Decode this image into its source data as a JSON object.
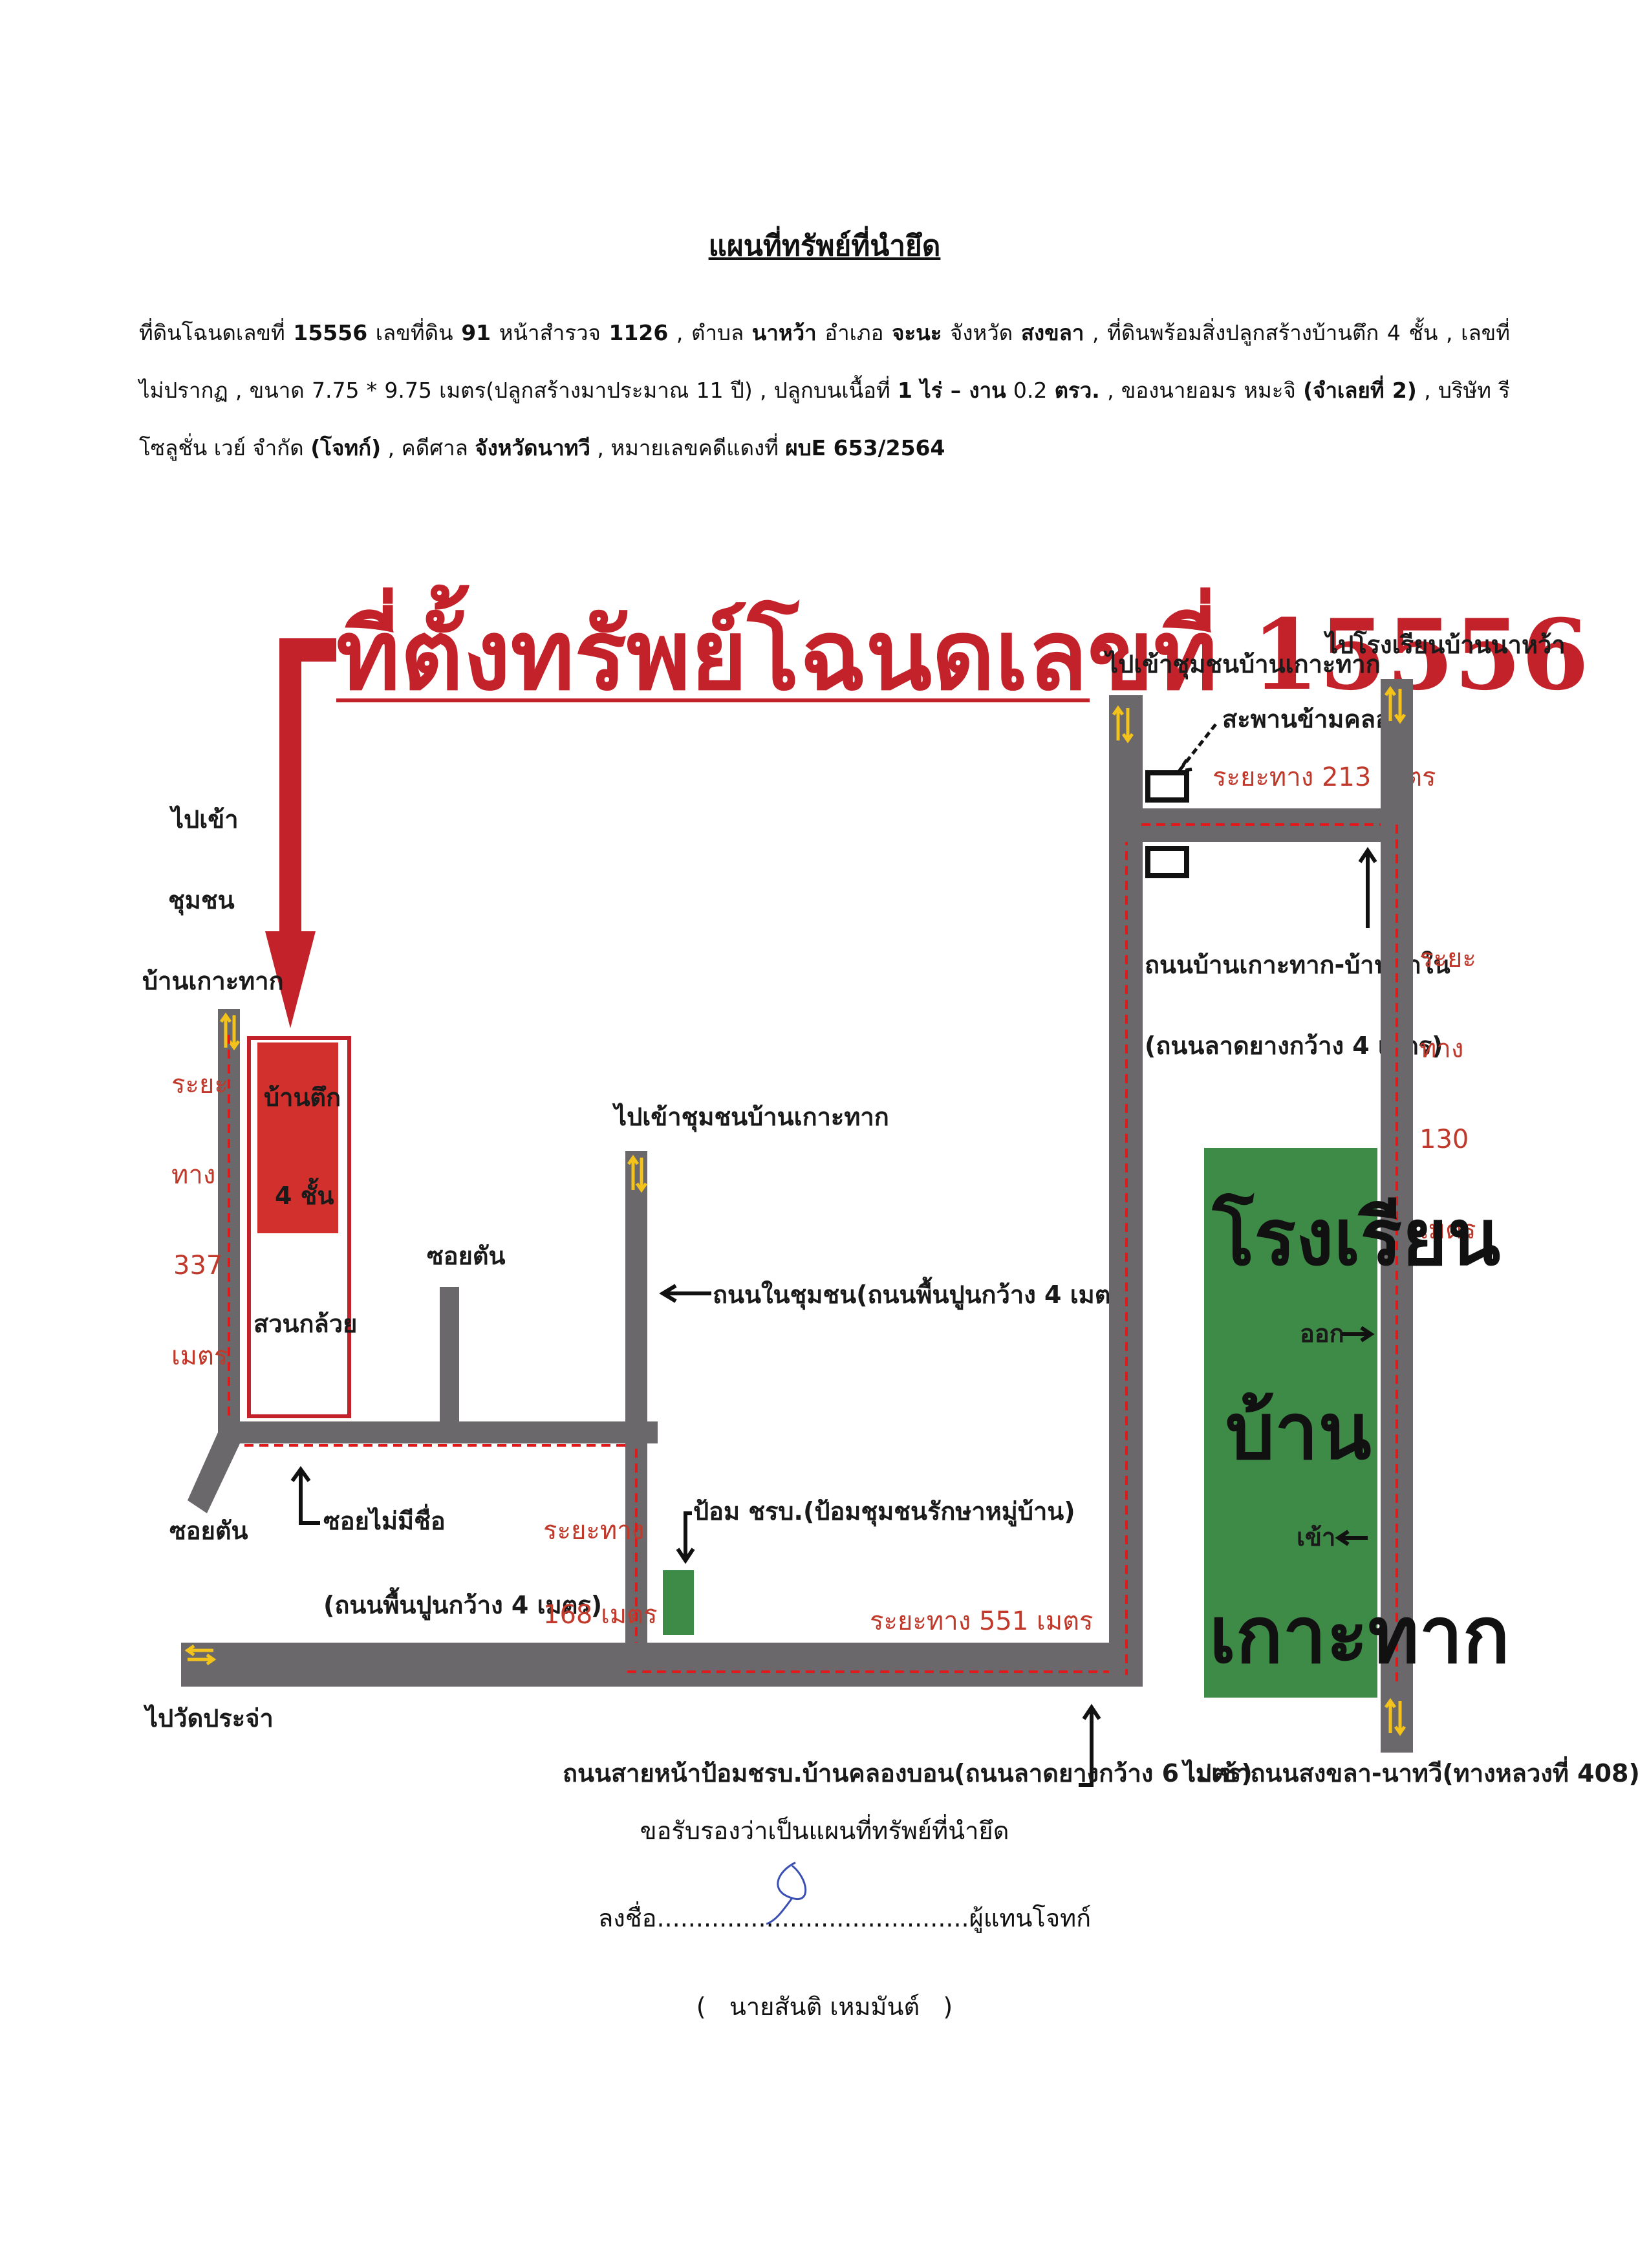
{
  "document": {
    "title": "แผนที่ทรัพย์ที่นำยึด",
    "desc": {
      "p1": "ที่ดินโฉนดเลขที่ ",
      "deed_no": "15556",
      "p2": " เลขที่ดิน ",
      "land_no": "91",
      "p3": " หน้าสำรวจ ",
      "survey_page": "1126",
      "p4": " , ตำบล ",
      "subdistrict": "นาหว้า",
      "p5": " อำเภอ ",
      "district": "จะนะ",
      "p6": " จังหวัด ",
      "province": "สงขลา",
      "p7": " , ที่ดินพร้อมสิ่งปลูกสร้างบ้านตึก 4 ชั้น , เลขที่ไม่ปรากฏ , ขนาด 7.75 * 9.75 เมตร(ปลูกสร้างมาประมาณ 11 ปี) , ปลูกบนเนื้อที่ ",
      "area_rai": "1 ไร่ – งาน",
      "p8": " 0.2 ",
      "area_unit": "ตรว.",
      "p9": " , ของนายอมร หมะจิ ",
      "defendant": "(จำเลยที่ 2)",
      "p10": " , บริษัท รีโซลูชั่น เวย์ จำกัด ",
      "plaintiff": "(โจทก์)",
      "p11": " , คดีศาล ",
      "court": "จังหวัดนาทวี",
      "p12": " , หมายเลขคดีแดงที่ ",
      "case_no": "ผบE 653/2564"
    }
  },
  "map": {
    "big_title": "ที่ตั้งทรัพย์โฉนดเลขที่ 15556",
    "to_community_left": [
      "ไปเข้า",
      "ชุมชน",
      "บ้านเกาะทาก"
    ],
    "house": [
      "บ้านตึก",
      "4 ชั้น"
    ],
    "banana": "สวนกล้วย",
    "dist_337": [
      "ระยะ",
      "ทาง",
      "337",
      "เมตร"
    ],
    "dead_end_top": "ซอยตัน",
    "dead_end_bottom": "ซอยตัน",
    "unnamed_soi": "ซอยไม่มีชื่อ",
    "unnamed_soi_sub": "(ถนนพื้นปูนกว้าง 4 เมตร)",
    "to_community_mid": "ไปเข้าชุมชนบ้านเกาะทาก",
    "community_road": "ถนนในชุมชน(ถนนพื้นปูนกว้าง 4 เมตร)",
    "dist_168": [
      "ระยะทาง",
      "168 เมตร"
    ],
    "post": "ป้อม ชรบ.(ป้อมชุมชนรักษาหมู่บ้าน)",
    "dist_551": "ระยะทาง 551 เมตร",
    "to_temple": "ไปวัดประจ่า",
    "main_road": "ถนนสายหน้าป้อมชรบ.บ้านคลองบอน(ถนนลาดยางกว้าง 6 เมตร)",
    "to_community_top": "ไปเข้าชุมชนบ้านเกาะทาก",
    "to_school_top": "ไปโรงเรียนบ้านนาหว้า",
    "bridge": "สะพานข้ามคลอง",
    "dist_213": "ระยะทาง 213 เมตร",
    "road_right": "ถนนบ้านเกาะทาก-บ้านนาใน",
    "road_right_sub": "(ถนนลาดยางกว้าง 4 เมตร)",
    "dist_130": [
      "ระยะ",
      "ทาง",
      "130",
      "เมตร"
    ],
    "school": [
      "โรงเรียน",
      "บ้าน",
      "เกาะทาก"
    ],
    "exit": "ออก",
    "enter": "เข้า",
    "to_highway": "ไปเข้าถนนสงขลา-นาทวี(ทางหลวงที่ 408)",
    "colors": {
      "road": "#6a686b",
      "red": "#c4222a",
      "green": "#3e8a47",
      "yellow": "#f3c21b"
    }
  },
  "footer": {
    "cert": "ขอรับรองว่าเป็นแผนที่ทรัพย์ที่นำยึด",
    "sign_prefix": "ลงชื่อ",
    "sign_dots": "........................................",
    "sign_role": "ผู้แทนโจทก์",
    "name_open": "(",
    "name": "นายสันติ   เหมมันต์",
    "name_close": ")"
  }
}
